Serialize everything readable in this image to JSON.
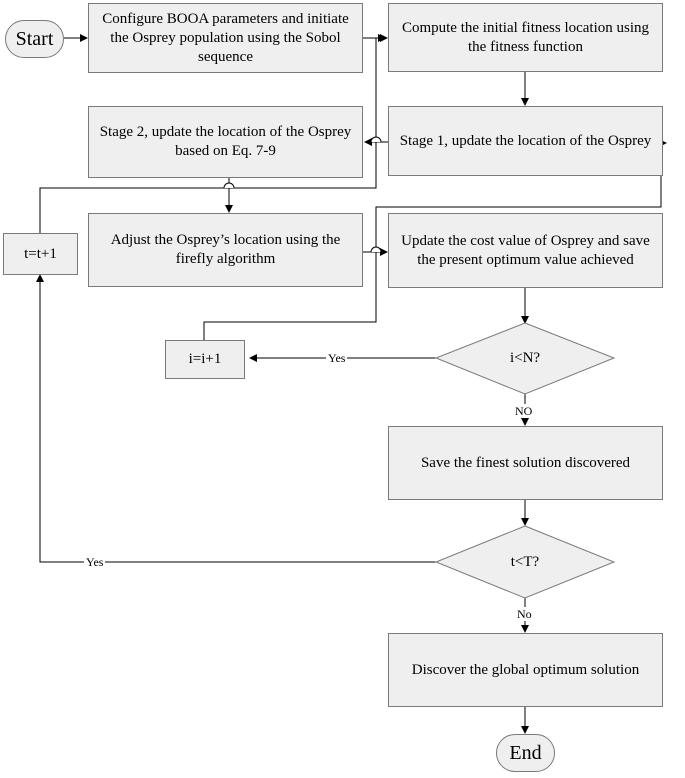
{
  "nodes": {
    "start": "Start",
    "configure": "Configure BOOA parameters and initiate the Osprey population using the Sobol sequence",
    "compute": "Compute the initial fitness location using the fitness function",
    "stage1": "Stage 1, update the location of the Osprey",
    "stage2": "Stage 2, update the location of the Osprey based on Eq. 7-9",
    "adjust": "Adjust the Osprey’s location using the firefly algorithm",
    "update_cost": "Update the cost value of Osprey and save the present optimum value achieved",
    "t_inc": "t=t+1",
    "i_inc": "i=i+1",
    "cond_n": "i<N?",
    "save_finest": "Save the finest solution discovered",
    "cond_t": "t<T?",
    "discover": "Discover the global optimum solution",
    "end": "End"
  },
  "edge_labels": {
    "yes_n": "Yes",
    "no_n": "NO",
    "yes_t": "Yes",
    "no_t": "No"
  }
}
